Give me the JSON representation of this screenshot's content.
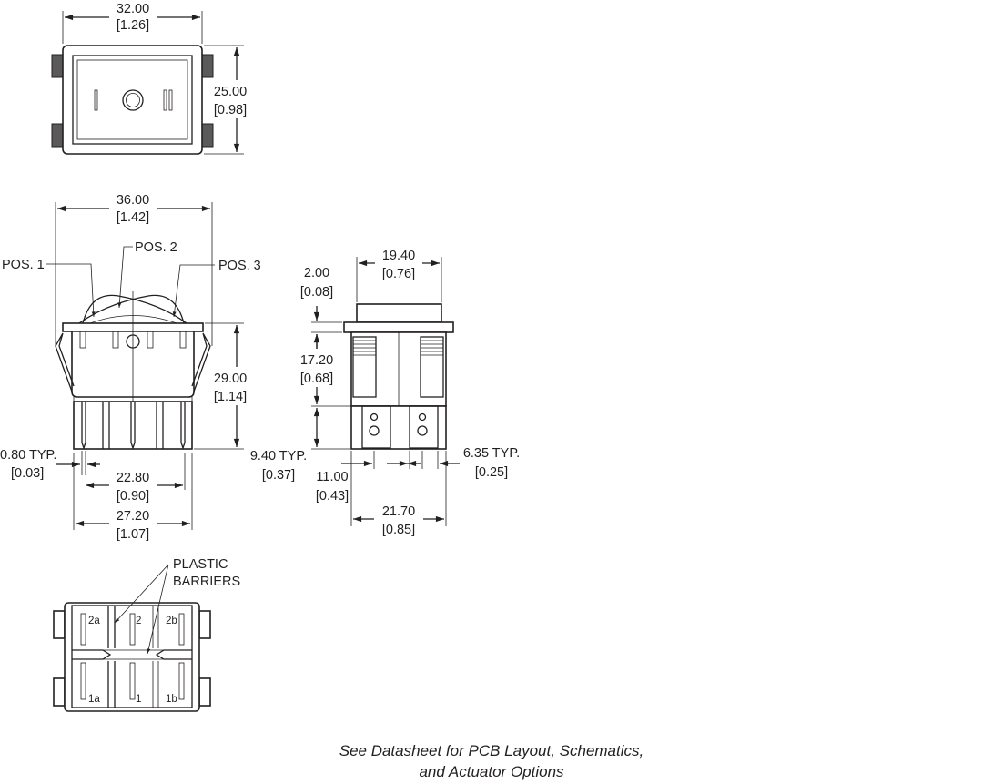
{
  "top_view": {
    "width": {
      "mm": "32.00",
      "in": "[1.26]"
    },
    "height": {
      "mm": "25.00",
      "in": "[0.98]"
    },
    "symbols": [
      "I",
      "O",
      "II"
    ]
  },
  "side_view": {
    "overall_width": {
      "mm": "36.00",
      "in": "[1.42]"
    },
    "height": {
      "mm": "29.00",
      "in": "[1.14]"
    },
    "terminal_thickness": {
      "mm": "0.80 TYP.",
      "in": "[0.03]"
    },
    "terminal_spacing": {
      "mm": "22.80",
      "in": "[0.90]"
    },
    "body_width": {
      "mm": "27.20",
      "in": "[1.07]"
    },
    "positions": [
      "POS. 1",
      "POS. 2",
      "POS. 3"
    ]
  },
  "end_view": {
    "actuator_width": {
      "mm": "19.40",
      "in": "[0.76]"
    },
    "bezel_height": {
      "mm": "2.00",
      "in": "[0.08]"
    },
    "body_height": {
      "mm": "17.20",
      "in": "[0.68]"
    },
    "terminal_length": {
      "mm": "9.40 TYP.",
      "in": "[0.37]"
    },
    "terminal_pitch": {
      "mm": "11.00",
      "in": "[0.43]"
    },
    "terminal_width": {
      "mm": "6.35 TYP.",
      "in": "[0.25]"
    },
    "body_width": {
      "mm": "21.70",
      "in": "[0.85]"
    }
  },
  "bottom_view": {
    "barrier_label_line1": "PLASTIC",
    "barrier_label_line2": "BARRIERS",
    "terminals": {
      "t2a": "2a",
      "t2": "2",
      "t2b": "2b",
      "t1a": "1a",
      "t1": "1",
      "t1b": "1b"
    }
  },
  "note": {
    "line1": "See Datasheet for PCB Layout, Schematics,",
    "line2": "and Actuator Options"
  }
}
